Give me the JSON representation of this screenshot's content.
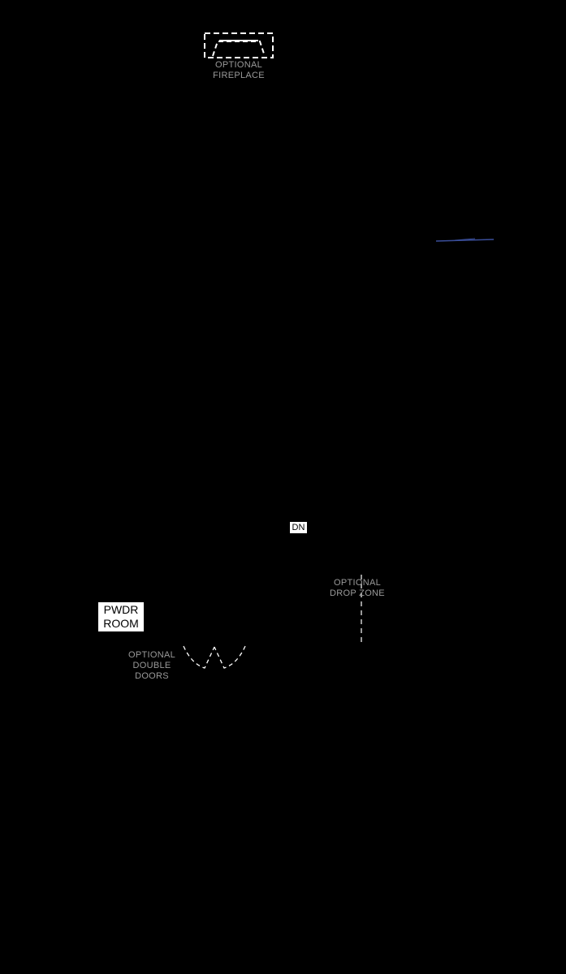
{
  "colors": {
    "background": "#000000",
    "label_text": "#9a9a9a",
    "label_box": "#ffffff",
    "accent_line": "#3a4e9a"
  },
  "labels": {
    "fireplace": "OPTIONAL\nFIREPLACE",
    "drop_zone": "OPTIONAL\nDROP ZONE",
    "double_doors": "OPTIONAL\nDOUBLE\nDOORS",
    "stair": "DN",
    "powder_room": "PWDR\nROOM"
  },
  "icons": {
    "fireplace": "fireplace-icon",
    "double_doors": "door-swing-icon",
    "drop_zone": "dashed-partition-icon"
  }
}
